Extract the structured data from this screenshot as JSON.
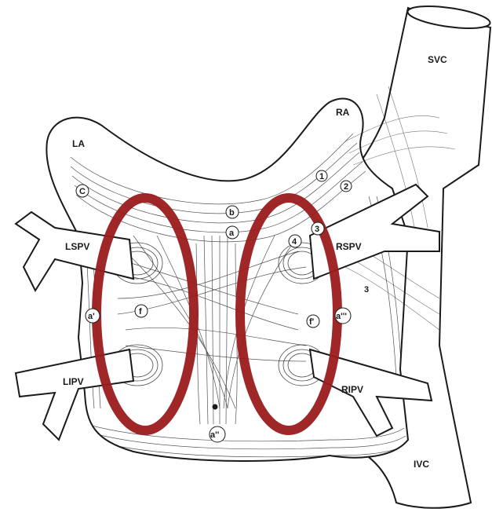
{
  "figure": {
    "labels": {
      "svc": "SVC",
      "ivc": "IVC",
      "la": "LA",
      "ra": "RA",
      "lspv": "LSPV",
      "lipv": "LIPV",
      "rspv": "RSPV",
      "ripv": "RIPV",
      "c": "C",
      "b": "b",
      "a": "a",
      "a_prime": "a'",
      "a_double_prime": "a''",
      "a_triple_prime": "a'''",
      "f": "f",
      "f_prime": "f'",
      "n1": "1",
      "n2": "2",
      "n3": "3",
      "n3b": "3",
      "n4": "4"
    },
    "colors": {
      "ablation_ring": "#9b1b1b",
      "ink": "#1a1a1a",
      "background": "#ffffff"
    }
  }
}
